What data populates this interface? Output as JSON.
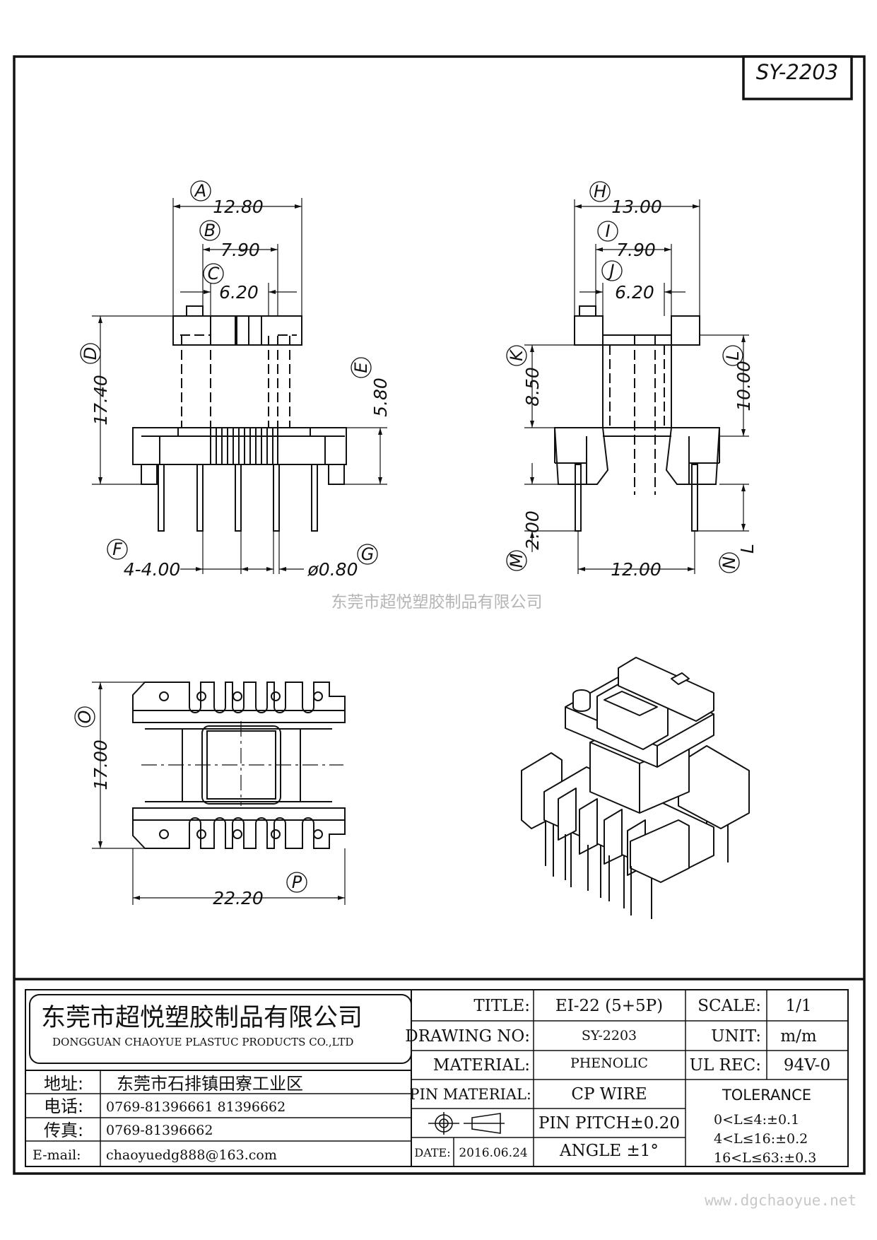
{
  "part_no": "SY-2203",
  "watermark": "东莞市超悦塑胶制品有限公司",
  "website": "www.dgchaoyue.net",
  "front_view": {
    "dims": {
      "A": {
        "label": "A",
        "value": "12.80"
      },
      "B": {
        "label": "B",
        "value": "7.90"
      },
      "C": {
        "label": "C",
        "value": "6.20"
      },
      "D": {
        "label": "D",
        "value": "17.40"
      },
      "E": {
        "label": "E",
        "value": "5.80"
      },
      "F": {
        "label": "F",
        "value": "4-4.00"
      },
      "G": {
        "label": "G",
        "value": "ø0.80"
      }
    }
  },
  "side_view": {
    "dims": {
      "H": {
        "label": "H",
        "value": "13.00"
      },
      "I": {
        "label": "I",
        "value": "7.90"
      },
      "J": {
        "label": "J",
        "value": "6.20"
      },
      "K": {
        "label": "K",
        "value": "8.50"
      },
      "L": {
        "label": "L",
        "value": "10.00"
      },
      "M": {
        "label": "M",
        "value": "2.00"
      },
      "N": {
        "label": "N",
        "value": "L"
      },
      "pin_span": {
        "value": "12.00"
      }
    }
  },
  "bottom_view": {
    "dims": {
      "O": {
        "label": "O",
        "value": "17.00"
      },
      "P": {
        "label": "P",
        "value": "22.20"
      }
    }
  },
  "title_block": {
    "company_cn": "东莞市超悦塑胶制品有限公司",
    "company_en": "DONGGUAN CHAOYUE PLASTUC PRODUCTS CO.,LTD",
    "address_label": "地址:",
    "address": "东莞市石排镇田寮工业区",
    "phone_label": "电话:",
    "phone": "0769-81396661   81396662",
    "fax_label": "传真:",
    "fax": "0769-81396662",
    "email_label": "E-mail:",
    "email": "chaoyuedg888@163.com",
    "title_label": "TITLE:",
    "title_value": "EI-22 (5+5P)",
    "drawing_no_label": "DRAWING NO:",
    "drawing_no_value": "SY-2203",
    "material_label": "MATERIAL:",
    "material_value": "PHENOLIC",
    "pin_material_label": "PIN MATERIAL:",
    "pin_material_value": "CP WIRE",
    "pin_pitch": "PIN PITCH±0.20",
    "date_label": "DATE:",
    "date_value": "2016.06.24",
    "angle": "ANGLE  ±1°",
    "scale_label": "SCALE:",
    "scale_value": "1/1",
    "unit_label": "UNIT:",
    "unit_value": "m/m",
    "ul_label": "UL REC:",
    "ul_value": "94V-0",
    "tolerance_title": "TOLERANCE",
    "tolerances": [
      "0<L≤4:±0.1",
      "4<L≤16:±0.2",
      "16<L≤63:±0.3"
    ]
  }
}
